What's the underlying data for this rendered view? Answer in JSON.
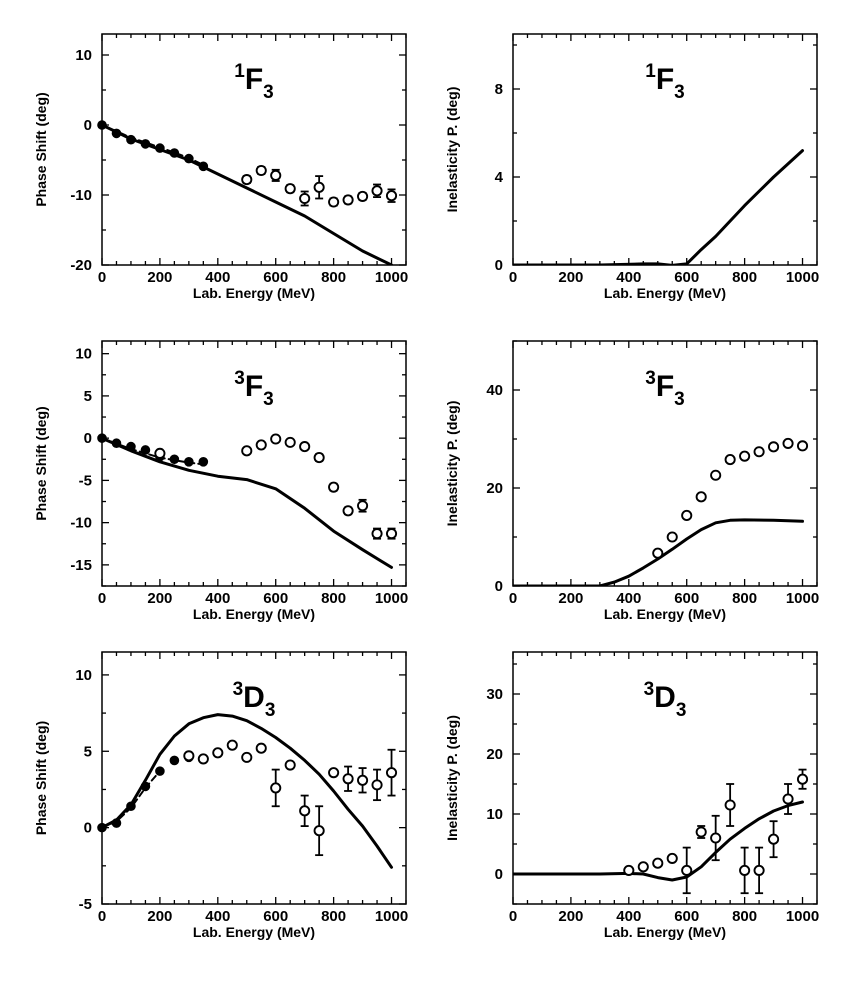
{
  "chart_data": [
    {
      "type": "scatter",
      "title": {
        "sup": "1",
        "letter": "F",
        "sub": "3"
      },
      "xlabel": "Lab. Energy (MeV)",
      "ylabel": "Phase Shift (deg)",
      "xlim": [
        0,
        1050
      ],
      "ylim": [
        -20,
        13
      ],
      "xticks": [
        0,
        200,
        400,
        600,
        800,
        1000
      ],
      "yticks": [
        -20,
        -10,
        0,
        10
      ],
      "grid": false,
      "series": [
        {
          "style": "solid-line",
          "x": [
            0,
            100,
            200,
            300,
            400,
            500,
            600,
            700,
            800,
            900,
            1000
          ],
          "y": [
            0,
            -2,
            -3.5,
            -5,
            -7,
            -9,
            -11,
            -13,
            -15.5,
            -18,
            -20
          ]
        },
        {
          "style": "dashed-line",
          "x": [
            0,
            100,
            200,
            300,
            350
          ],
          "y": [
            0,
            -1.8,
            -3.2,
            -4.7,
            -5.7
          ]
        },
        {
          "style": "filled-circles",
          "x": [
            0,
            50,
            100,
            150,
            200,
            250,
            300,
            350
          ],
          "y": [
            0,
            -1.2,
            -2.1,
            -2.7,
            -3.3,
            -4.0,
            -4.8,
            -5.9
          ]
        },
        {
          "style": "open-circles",
          "x": [
            500,
            550,
            600,
            650,
            700,
            750,
            800,
            850,
            900,
            950,
            1000
          ],
          "y": [
            -7.8,
            -6.5,
            -7.2,
            -9.1,
            -10.5,
            -8.9,
            -11.0,
            -10.7,
            -10.2,
            -9.4,
            -10.1
          ],
          "err": [
            0.5,
            0.5,
            0.8,
            0.5,
            1.0,
            1.6,
            0.5,
            0.5,
            0.5,
            0.9,
            0.9
          ]
        }
      ]
    },
    {
      "type": "line",
      "title": {
        "sup": "1",
        "letter": "F",
        "sub": "3"
      },
      "xlabel": "Lab. Energy (MeV)",
      "ylabel": "Inelasticity P. (deg)",
      "xlim": [
        0,
        1050
      ],
      "ylim": [
        0,
        10.5
      ],
      "xticks": [
        0,
        200,
        400,
        600,
        800,
        1000
      ],
      "yticks": [
        0,
        4,
        8
      ],
      "grid": false,
      "series": [
        {
          "style": "solid-line",
          "x": [
            0,
            300,
            450,
            500,
            550,
            600,
            650,
            700,
            800,
            900,
            1000
          ],
          "y": [
            0,
            0,
            0.05,
            0.05,
            -0.02,
            0.05,
            0.7,
            1.3,
            2.7,
            4.0,
            5.2
          ]
        }
      ]
    },
    {
      "type": "scatter",
      "title": {
        "sup": "3",
        "letter": "F",
        "sub": "3"
      },
      "xlabel": "Lab. Energy (MeV)",
      "ylabel": "Phase Shift (deg)",
      "xlim": [
        0,
        1050
      ],
      "ylim": [
        -17.5,
        11.5
      ],
      "xticks": [
        0,
        200,
        400,
        600,
        800,
        1000
      ],
      "yticks": [
        -15,
        -10,
        -5,
        0,
        5,
        10
      ],
      "grid": false,
      "series": [
        {
          "style": "solid-line",
          "x": [
            0,
            100,
            200,
            300,
            400,
            500,
            600,
            700,
            800,
            900,
            1000
          ],
          "y": [
            0,
            -1.5,
            -2.8,
            -3.8,
            -4.5,
            -4.9,
            -6.0,
            -8.3,
            -11.0,
            -13.2,
            -15.3
          ]
        },
        {
          "style": "dashed-line",
          "x": [
            0,
            100,
            200,
            300,
            350
          ],
          "y": [
            0,
            -1.3,
            -2.3,
            -2.9,
            -3.1
          ]
        },
        {
          "style": "filled-circles",
          "x": [
            0,
            50,
            100,
            150,
            200,
            250,
            300,
            350
          ],
          "y": [
            0,
            -0.6,
            -1.0,
            -1.4,
            -2.2,
            -2.5,
            -2.8,
            -2.8
          ]
        },
        {
          "style": "open-circles",
          "x": [
            200,
            500,
            550,
            600,
            650,
            700,
            750,
            800,
            850,
            900,
            950,
            1000
          ],
          "y": [
            -1.8,
            -1.5,
            -0.8,
            -0.1,
            -0.5,
            -1.0,
            -2.3,
            -5.8,
            -8.6,
            -8.0,
            -11.3,
            -11.3
          ],
          "err": [
            0.2,
            0.3,
            0.3,
            0.3,
            0.3,
            0.3,
            0.4,
            0.4,
            0.4,
            0.7,
            0.6,
            0.6
          ]
        }
      ]
    },
    {
      "type": "scatter",
      "title": {
        "sup": "3",
        "letter": "F",
        "sub": "3"
      },
      "xlabel": "Lab. Energy (MeV)",
      "ylabel": "Inelasticity P. (deg)",
      "xlim": [
        0,
        1050
      ],
      "ylim": [
        0,
        50
      ],
      "xticks": [
        0,
        200,
        400,
        600,
        800,
        1000
      ],
      "yticks": [
        0,
        20,
        40
      ],
      "grid": false,
      "series": [
        {
          "style": "solid-line",
          "x": [
            0,
            250,
            300,
            350,
            400,
            450,
            500,
            550,
            600,
            650,
            700,
            750,
            800,
            900,
            1000
          ],
          "y": [
            0,
            0,
            0,
            0.8,
            2.0,
            3.7,
            5.5,
            7.5,
            9.6,
            11.5,
            12.9,
            13.4,
            13.5,
            13.4,
            13.2
          ]
        },
        {
          "style": "open-circles",
          "x": [
            500,
            550,
            600,
            650,
            700,
            750,
            800,
            850,
            900,
            950,
            1000
          ],
          "y": [
            6.7,
            10.0,
            14.4,
            18.2,
            22.6,
            25.8,
            26.5,
            27.4,
            28.4,
            29.1,
            28.6
          ]
        }
      ]
    },
    {
      "type": "scatter",
      "title": {
        "sup": "3",
        "letter": "D",
        "sub": "3"
      },
      "xlabel": "Lab. Energy (MeV)",
      "ylabel": "Phase Shift (deg)",
      "xlim": [
        0,
        1050
      ],
      "ylim": [
        -5,
        11.5
      ],
      "xticks": [
        0,
        200,
        400,
        600,
        800,
        1000
      ],
      "yticks": [
        -5,
        0,
        5,
        10
      ],
      "grid": false,
      "series": [
        {
          "style": "solid-line",
          "x": [
            0,
            50,
            100,
            150,
            200,
            250,
            300,
            350,
            400,
            450,
            500,
            550,
            600,
            650,
            700,
            750,
            800,
            850,
            900,
            950,
            1000
          ],
          "y": [
            0,
            0.5,
            1.5,
            3.1,
            4.8,
            6.0,
            6.8,
            7.2,
            7.4,
            7.3,
            7.0,
            6.5,
            5.9,
            5.2,
            4.4,
            3.5,
            2.4,
            1.2,
            0.1,
            -1.2,
            -2.6
          ]
        },
        {
          "style": "dashed-line",
          "x": [
            0,
            50,
            100,
            150,
            200
          ],
          "y": [
            0,
            0.4,
            1.3,
            2.6,
            3.7
          ]
        },
        {
          "style": "filled-circles",
          "x": [
            0,
            50,
            100,
            150,
            200,
            250,
            300,
            350
          ],
          "y": [
            0,
            0.3,
            1.4,
            2.7,
            3.7,
            4.4,
            4.6,
            4.5
          ]
        },
        {
          "style": "open-circles",
          "x": [
            300,
            350,
            400,
            450,
            500,
            550,
            600,
            650,
            700,
            750,
            800,
            850,
            900,
            950,
            1000
          ],
          "y": [
            4.7,
            4.5,
            4.9,
            5.4,
            4.6,
            5.2,
            2.6,
            4.1,
            1.1,
            -0.2,
            3.6,
            3.2,
            3.1,
            2.8,
            3.6
          ],
          "err": [
            0.2,
            0.2,
            0.2,
            0.2,
            0.2,
            0.2,
            1.2,
            0.2,
            1.0,
            1.6,
            0.2,
            0.8,
            0.8,
            1.0,
            1.5
          ]
        }
      ]
    },
    {
      "type": "scatter",
      "title": {
        "sup": "3",
        "letter": "D",
        "sub": "3"
      },
      "xlabel": "Lab. Energy (MeV)",
      "ylabel": "Inelasticity P. (deg)",
      "xlim": [
        0,
        1050
      ],
      "ylim": [
        -5,
        37
      ],
      "xticks": [
        0,
        200,
        400,
        600,
        800,
        1000
      ],
      "yticks": [
        0,
        10,
        20,
        30
      ],
      "grid": false,
      "series": [
        {
          "style": "solid-line",
          "x": [
            0,
            300,
            400,
            450,
            500,
            550,
            600,
            650,
            700,
            750,
            800,
            850,
            900,
            950,
            1000
          ],
          "y": [
            0,
            0,
            0.1,
            0.0,
            -0.6,
            -1.0,
            -0.5,
            1.2,
            3.6,
            5.8,
            7.6,
            9.2,
            10.5,
            11.4,
            12.0
          ]
        },
        {
          "style": "open-circles",
          "x": [
            400,
            450,
            500,
            550,
            600,
            650,
            700,
            750,
            800,
            850,
            900,
            950,
            1000
          ],
          "y": [
            0.6,
            1.2,
            1.8,
            2.6,
            0.6,
            7.0,
            6.0,
            11.5,
            0.6,
            0.6,
            5.8,
            12.5,
            15.8
          ],
          "err": [
            0,
            0,
            0,
            0,
            3.8,
            1.0,
            3.7,
            3.5,
            3.8,
            3.8,
            3.0,
            2.5,
            1.6
          ]
        }
      ]
    }
  ]
}
